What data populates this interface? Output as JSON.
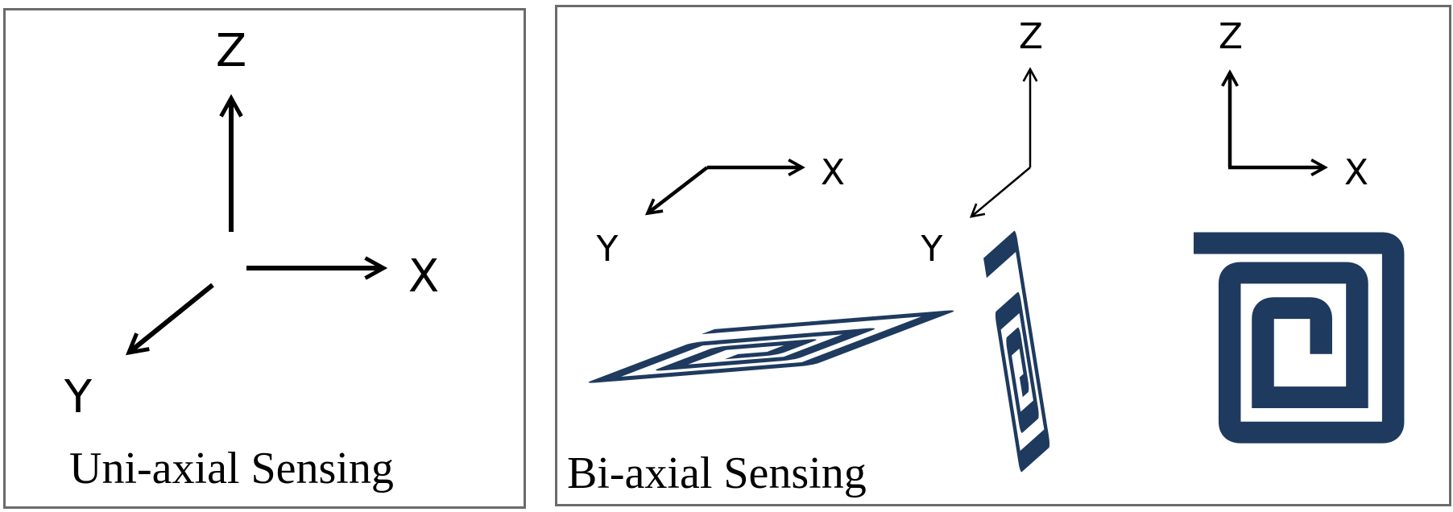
{
  "panels": {
    "uniaxial": {
      "caption": "Uni-axial Sensing",
      "axes": {
        "z": "Z",
        "x": "X",
        "y": "Y"
      }
    },
    "biaxial": {
      "caption": "Bi-axial Sensing",
      "frame_a": {
        "x": "X",
        "y": "Y"
      },
      "frame_b": {
        "z": "Z",
        "y": "Y"
      },
      "frame_c": {
        "z": "Z",
        "x": "X"
      }
    }
  },
  "colors": {
    "coil": "#1f3a5f",
    "arrow": "#000000",
    "border": "#6b6b6b"
  }
}
